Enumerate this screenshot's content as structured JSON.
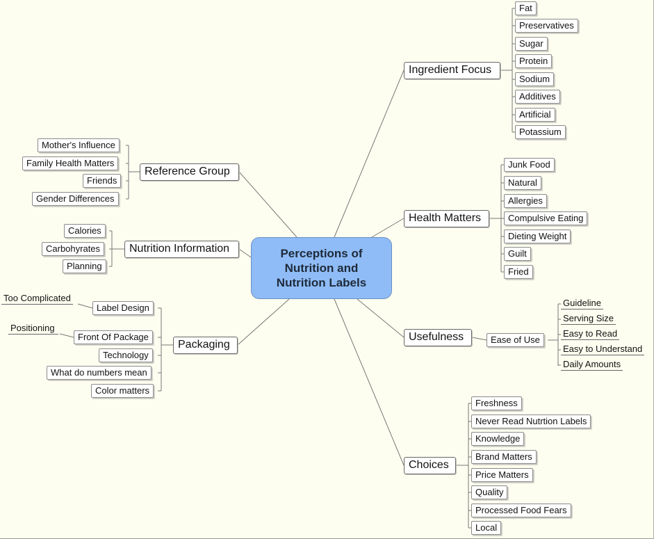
{
  "central": {
    "label": "Perceptions of\nNutrition and\nNutrition Labels"
  },
  "branches": [
    {
      "id": "ingredient-focus",
      "label": "Ingredient Focus",
      "children": [
        {
          "label": "Fat"
        },
        {
          "label": "Preservatives"
        },
        {
          "label": "Sugar"
        },
        {
          "label": "Protein"
        },
        {
          "label": "Sodium"
        },
        {
          "label": "Additives"
        },
        {
          "label": "Artificial"
        },
        {
          "label": "Potassium"
        }
      ]
    },
    {
      "id": "health-matters",
      "label": "Health Matters",
      "children": [
        {
          "label": "Junk Food"
        },
        {
          "label": "Natural"
        },
        {
          "label": "Allergies"
        },
        {
          "label": "Compulsive Eating"
        },
        {
          "label": "Dieting Weight"
        },
        {
          "label": "Guilt"
        },
        {
          "label": "Fried"
        }
      ]
    },
    {
      "id": "usefulness",
      "label": "Usefulness",
      "children": [
        {
          "label": "Ease of Use",
          "children": [
            {
              "label": "Guideline"
            },
            {
              "label": "Serving Size"
            },
            {
              "label": "Easy to Read"
            },
            {
              "label": "Easy to Understand"
            },
            {
              "label": "Daily Amounts"
            }
          ]
        }
      ]
    },
    {
      "id": "choices",
      "label": "Choices",
      "children": [
        {
          "label": "Freshness"
        },
        {
          "label": "Never Read Nutrtion Labels"
        },
        {
          "label": "Knowledge"
        },
        {
          "label": "Brand Matters"
        },
        {
          "label": "Price Matters"
        },
        {
          "label": "Quality"
        },
        {
          "label": "Processed Food Fears"
        },
        {
          "label": "Local"
        }
      ]
    },
    {
      "id": "reference-group",
      "label": "Reference Group",
      "children": [
        {
          "label": "Mother's Influence"
        },
        {
          "label": "Family Health Matters"
        },
        {
          "label": "Friends"
        },
        {
          "label": "Gender Differences"
        }
      ]
    },
    {
      "id": "nutrition-information",
      "label": "Nutrition Information",
      "children": [
        {
          "label": "Calories"
        },
        {
          "label": "Carbohyrates"
        },
        {
          "label": "Planning"
        }
      ]
    },
    {
      "id": "packaging",
      "label": "Packaging",
      "children": [
        {
          "label": "Label Design",
          "children": [
            {
              "label": "Too Complicated"
            }
          ]
        },
        {
          "label": "Front Of Package",
          "children": [
            {
              "label": "Positioning"
            }
          ]
        },
        {
          "label": "Technology"
        },
        {
          "label": "What do numbers mean"
        },
        {
          "label": "Color matters"
        }
      ]
    }
  ]
}
